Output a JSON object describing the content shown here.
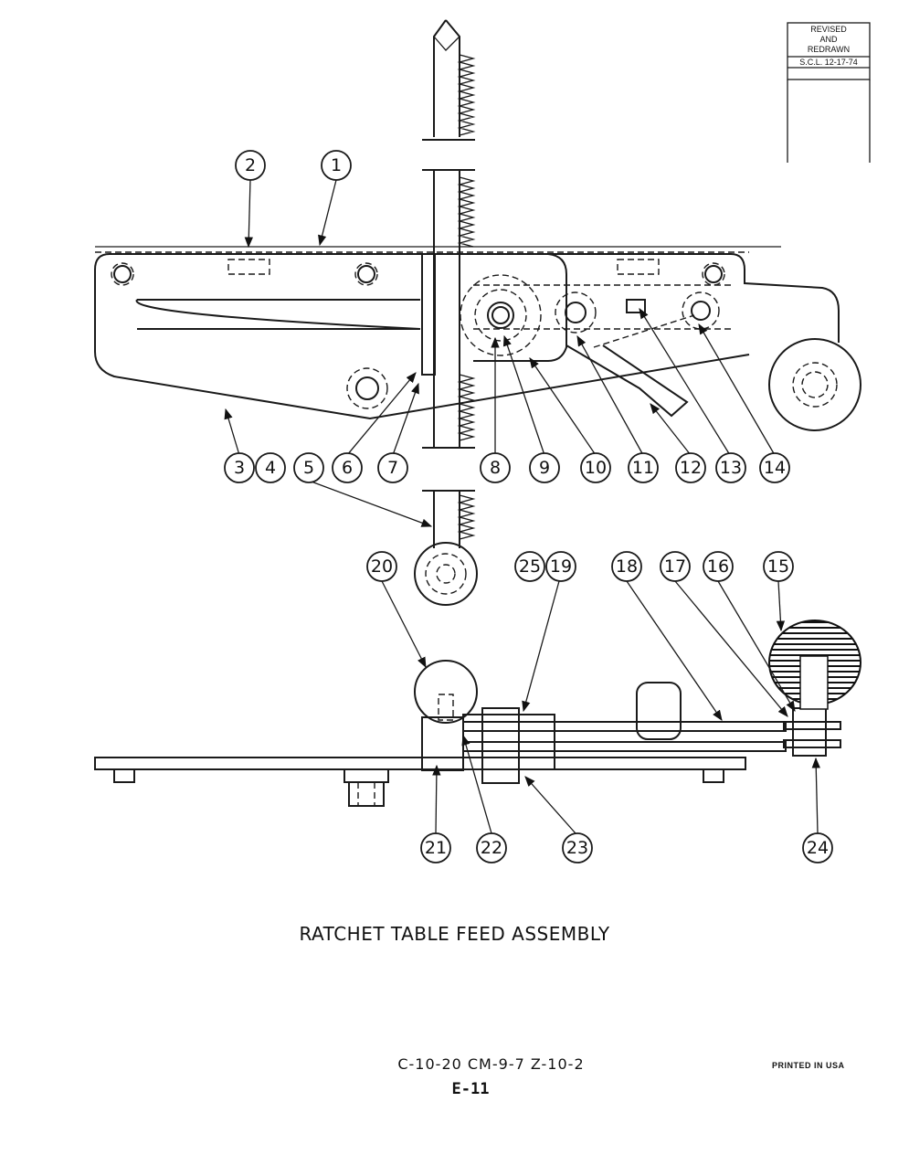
{
  "revision_box": {
    "line1": "REVISED",
    "line2": "AND",
    "line3": "REDRAWN",
    "line4": "S.C.L. 12-17-74"
  },
  "title": "RATCHET TABLE FEED ASSEMBLY",
  "codes": "C-10-20  CM-9-7  Z-10-2",
  "page_number": "E-11",
  "printed": "PRINTED IN USA",
  "callouts": [
    "1",
    "2",
    "3",
    "4",
    "5",
    "6",
    "7",
    "8",
    "9",
    "10",
    "11",
    "12",
    "13",
    "14",
    "15",
    "16",
    "17",
    "18",
    "19",
    "20",
    "21",
    "22",
    "23",
    "24",
    "25"
  ]
}
